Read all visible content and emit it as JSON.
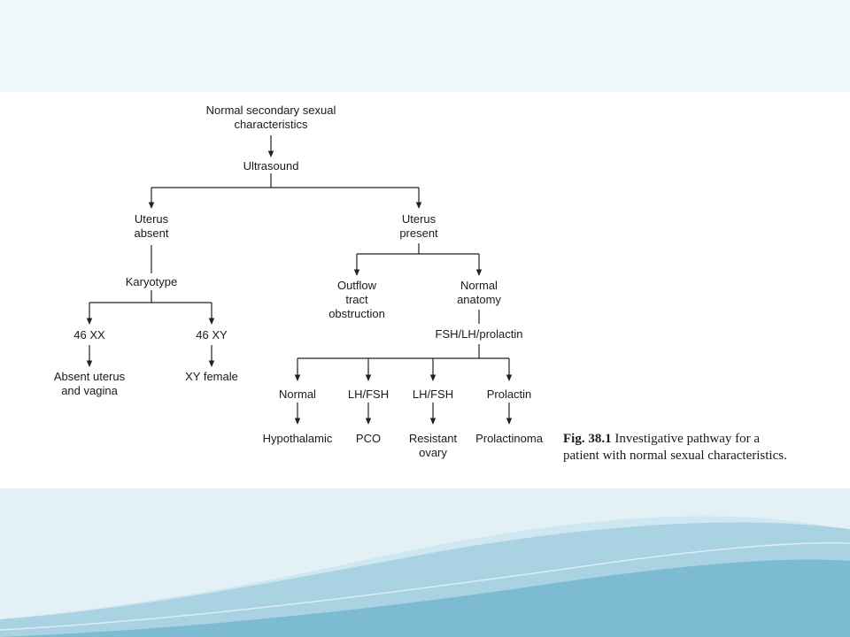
{
  "colors": {
    "background": "#ffffff",
    "header_band": "#f1f8fb",
    "wave_light": "#d9edf4",
    "wave_mid": "#a9d2e2",
    "wave_dark": "#6fb3cc",
    "text": "#1a1a1a",
    "lines": "#222222"
  },
  "nodes": {
    "root": [
      "Normal secondary sexual",
      "characteristics"
    ],
    "ultrasound": [
      "Ultrasound"
    ],
    "uterus_absent": [
      "Uterus",
      "absent"
    ],
    "uterus_present": [
      "Uterus",
      "present"
    ],
    "karyotype": [
      "Karyotype"
    ],
    "outflow": [
      "Outflow",
      "tract",
      "obstruction"
    ],
    "normal_anatomy": [
      "Normal",
      "anatomy"
    ],
    "xx": [
      "46 XX"
    ],
    "xy": [
      "46 XY"
    ],
    "hormones": [
      "FSH/LH/prolactin"
    ],
    "absent_uterus_vagina": [
      "Absent uterus",
      "and vagina"
    ],
    "xy_female": [
      "XY female"
    ],
    "normal": [
      "Normal"
    ],
    "lhfsh_1": [
      "LH/FSH"
    ],
    "lhfsh_2": [
      "LH/FSH"
    ],
    "prolactin": [
      "Prolactin"
    ],
    "hypothalamic": [
      "Hypothalamic"
    ],
    "pco": [
      "PCO"
    ],
    "resistant_ovary": [
      "Resistant",
      "ovary"
    ],
    "prolactinoma": [
      "Prolactinoma"
    ]
  },
  "caption": {
    "label": "Fig. 38.1",
    "line1_rest": " Investigative pathway for a",
    "line2": "patient with normal sexual characteristics."
  }
}
